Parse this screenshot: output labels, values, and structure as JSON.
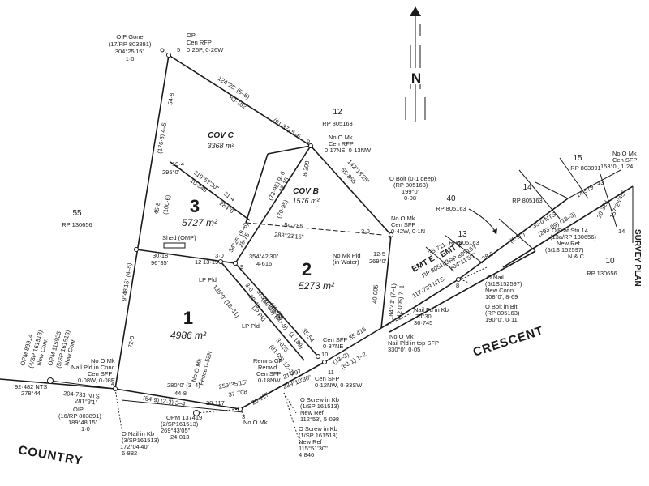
{
  "compass": {
    "label": "N"
  },
  "roads": {
    "country": "COUNTRY",
    "crescent": "CRESCENT",
    "survey_plan": "SURVEY PLAN"
  },
  "lots": {
    "lot1": {
      "number": "1",
      "area": "4986 m²"
    },
    "lot2": {
      "number": "2",
      "area": "5273 m²"
    },
    "lot3": {
      "number": "3",
      "area": "5727 m²"
    },
    "covc": {
      "label": "COV C",
      "area": "3368 m²"
    },
    "covb": {
      "label": "COV B",
      "area": "1576 m²"
    },
    "emtf": {
      "label": "EMT F",
      "rp": "RP 805163"
    },
    "emte": {
      "label": "EMT E",
      "rp": "RP 805163"
    }
  },
  "adjoining": [
    {
      "number": "55",
      "rp": "RP 130656"
    },
    {
      "number": "12",
      "rp": "RP 805163"
    },
    {
      "number": "15",
      "rp": "RP 803891"
    },
    {
      "number": "14",
      "rp": "RP 805163"
    },
    {
      "number": "40",
      "rp": "RP 805163"
    },
    {
      "number": "13",
      "rp": "RP 805163"
    },
    {
      "number": "10",
      "rp": "RP 130656"
    }
  ],
  "notes": {
    "op_gone": [
      "OIP Gone",
      "(17/RP 803891)",
      "304°25'15\"",
      "1·0"
    ],
    "op5": [
      "OP",
      "Cen RFP",
      "0·26P, 0·26W"
    ],
    "pt6": [
      "No O Mk",
      "Cen RFP",
      "0·17NE, 0·13NW"
    ],
    "pt7": [
      "No O Mk",
      "Cen SFP",
      "0·42W, 0·1N"
    ],
    "bolt8": [
      "O Bolt (0·1 deep)",
      "(RP 805163)",
      "199°0'",
      "0·08"
    ],
    "pt15": [
      "No O Mk",
      "Cen SFP",
      "153°0', 1·24"
    ],
    "stn14": [
      "OIP at Stn 14",
      "(13a/RP 130656)",
      "New Ref",
      "(5/1S 152597)",
      "N & C"
    ],
    "nail6a": [
      "O Nail",
      "(6/1S152597)",
      "New Conn",
      "108°0', 8·69"
    ],
    "bolt_bit": [
      "O Bolt in Bit",
      "(RP 805163)",
      "190°0', 0·11"
    ],
    "nail_fd": [
      "Nail Fd in Kb",
      "70°30'",
      "36·745"
    ],
    "pt_top": [
      "No O Mk",
      "Nail Pld in top SFP",
      "330°0', 0·05"
    ],
    "cen10": [
      "Cen SFP",
      "0·37NE"
    ],
    "cen11": [
      "Cen SFP",
      "0·12NW, 0·33SW"
    ],
    "remns": [
      "Remns GP",
      "Renwd",
      "Cen SFP",
      "0·18NW"
    ],
    "screw1": [
      "O Screw in Kb",
      "(1/SP 161513)",
      "New Ref",
      "112°53', 5·098"
    ],
    "screw2": [
      "O Screw in Kb",
      "(1/SP 161513)",
      "New Ref",
      "115°51'30\"",
      "4·846"
    ],
    "fence": [
      "No O Mk",
      "Fence 0·52N"
    ],
    "opm_b": [
      "OPM 137419",
      "(2/SP161513)",
      "269°43'05\"",
      "24·013"
    ],
    "nokb": [
      "No O Mk"
    ],
    "pt4": [
      "No O Mk",
      "Nail Pld in Conc",
      "Cen SFP",
      "0·08W, 0·08E"
    ],
    "oip16": [
      "OIP",
      "(16/RP 803891)",
      "189°48'15\"",
      "1·0"
    ],
    "nail3sp": [
      "O Nail in Kb",
      "(3/SP161513)",
      "172°04'40\"",
      "6·882"
    ],
    "opm83914": [
      "OPM 83914",
      "(4/SP 161513)",
      "New Conn"
    ],
    "opm115925": [
      "OPM 115925",
      "(5/SP 161513)",
      "New Conn"
    ],
    "nts92": [
      "92·482 NTS",
      "278°44'"
    ],
    "shed": [
      "Shed (OMP)"
    ],
    "no_mk_water": [
      "No Mk Pld",
      "(in Water)"
    ]
  },
  "dims": {
    "top_brg": "124°25' (5–6)",
    "top_dist": "83·162",
    "d9137": "(91·37) 5–6",
    "pt12": "12",
    "left_upper": "(176·6) 4–5",
    "left_548": "54·8",
    "left_458": "45·8",
    "left_1006": "(100·6)",
    "left_brg": "9°48'15\" (4–5)",
    "left_720": "72·0",
    "covc_194": "19·4",
    "covc_295": "295°0'",
    "covc_brg": "310°57'20\"",
    "covc_1034": "10·345",
    "covc_314": "31·4",
    "covc_2840": "284°0'",
    "s_brg": "34°25' (9–6)",
    "s_2875": "28·75",
    "brg_mid": "354°42'30\"",
    "d4616": "4·616",
    "covb_7395": "(73·95) 9–6",
    "covb_4215": "42·15",
    "covb_7095": "(70·95)",
    "covb_8208": "8·208",
    "covb_brg": "142°18'25\"",
    "covb_5585": "55·855",
    "d54785": "54·785",
    "brg288": "288°23'15\"",
    "d30a": "3·0",
    "d125": "12·5",
    "brg269": "269°0'",
    "pt7": "7",
    "d40005": "40·005",
    "d184": "184°41' (7–1)",
    "d42005": "(42·005) 7–1",
    "d3018": "30·18",
    "brg96": "96°35'",
    "d1319": "13·19",
    "lp_pld": "LP Pld",
    "lp_pld2": "LP Pld",
    "lp_pld3": "LP Pld",
    "d30b": "3·0",
    "d30c": "3·0",
    "brg135": "135°0' (12–11)",
    "d3049": "30·49",
    "brg315": "315°0' (10–9)",
    "d6903": "(69·03)",
    "d6993": "(69·93) (10–9)",
    "d3025": "3·025",
    "d8105": "(81·05) 12–11",
    "d1189": "(1·189)",
    "d3554": "35·54",
    "d35415": "35·415",
    "pt10": "10",
    "d133": "(13–3)",
    "d631": "(63·1) 1–2",
    "pt11": "11",
    "d21497": "21·497",
    "brg2391": "239°10'30\"",
    "brg259": "259°35'15\"",
    "d37708": "37·708",
    "d20117": "20·117",
    "d20117b": "20·117",
    "brg280": "280°0' (3–4)",
    "d448": "44·8",
    "d5472": "(54·9) (2·3) 3–4",
    "d204": "204·733 NTS",
    "brg281": "281°3'1\"",
    "pt4": "4",
    "pt3": "3",
    "d117793": "117·793 NTS",
    "brg304": "304°11'50\"",
    "d280": "28·0",
    "d1150": "(1·50)",
    "d3510": "35·0 NTS",
    "d293": "(293·09) (13–3)",
    "d14579": "14·579",
    "d20328": "20·328",
    "brg157": "157°26'45\"",
    "pt13a": "13",
    "pt14": "14",
    "pt8": "8",
    "pt9": "9",
    "d35711": "35·711"
  }
}
